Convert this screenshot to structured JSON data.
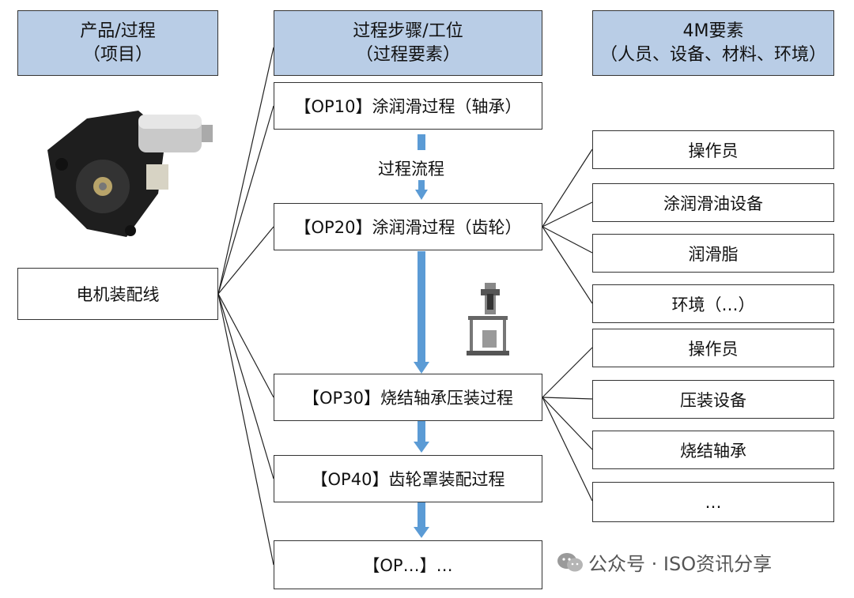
{
  "headers": {
    "product": {
      "title": "产品/过程",
      "sub": "（项目）"
    },
    "steps": {
      "title": "过程步骤/工位",
      "sub": "（过程要素）"
    },
    "fourm": {
      "title": "4M要素",
      "sub": "（人员、设备、材料、环境）"
    }
  },
  "product_line": "电机装配线",
  "steps": [
    {
      "label": "【OP10】涂润滑过程（轴承）"
    },
    {
      "label": "【OP20】涂润滑过程（齿轮）"
    },
    {
      "label": "【OP30】烧结轴承压装过程"
    },
    {
      "label": "【OP40】齿轮罩装配过程"
    },
    {
      "label": "【OP…】…"
    }
  ],
  "flow_label": "过程流程",
  "op20_elements": [
    "操作员",
    "涂润滑油设备",
    "润滑脂",
    "环境（…）"
  ],
  "op30_elements": [
    "操作员",
    "压装设备",
    "烧结轴承",
    "…"
  ],
  "watermark": "公众号 · ISO资讯分享",
  "colors": {
    "header_fill": "#b9cde6",
    "arrow": "#5b9bd5",
    "line": "#222222"
  }
}
